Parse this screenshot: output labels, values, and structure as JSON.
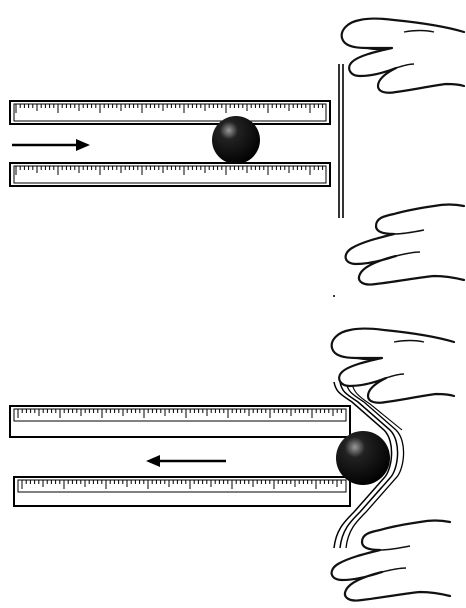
{
  "diagram": {
    "panels": [
      {
        "name": "before-impact",
        "ball_direction": "right",
        "band_state": "straight"
      },
      {
        "name": "after-impact",
        "ball_direction": "left",
        "band_state": "stretched"
      }
    ],
    "colors": {
      "ink": "#000000",
      "paper": "#ffffff",
      "skin_outline": "#1a1a1a"
    }
  }
}
